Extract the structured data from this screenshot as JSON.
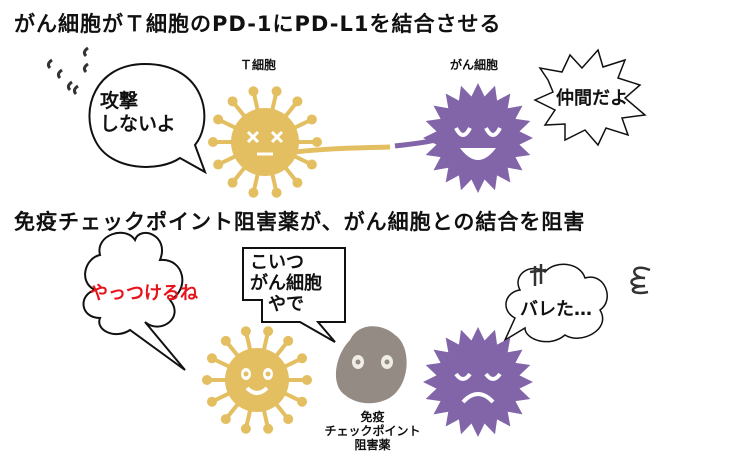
{
  "panel1": {
    "title": "がん細胞がＴ細胞のPD-1にPD-L1を結合させる",
    "t_cell_label": "Ｔ細胞",
    "cancer_cell_label": "がん細胞",
    "t_cell_bubble_line1": "攻撃",
    "t_cell_bubble_line2": "しないよ",
    "cancer_bubble": "仲間だよ"
  },
  "panel2": {
    "title": "免疫チェックポイント阻害薬が、がん細胞との結合を阻害",
    "t_cell_bubble": "やっつけるね",
    "drug_bubble_line1": "こいつ",
    "drug_bubble_line2": "がん細胞",
    "drug_bubble_line3": "やで",
    "cancer_bubble": "バレた…",
    "drug_label_line1": "免疫",
    "drug_label_line2": "チェックポイント",
    "drug_label_line3": "阻害薬"
  },
  "colors": {
    "t_cell": "#e3bf61",
    "cancer_cell": "#8165a8",
    "drug": "#958b85",
    "alert_text": "#e8141c"
  }
}
